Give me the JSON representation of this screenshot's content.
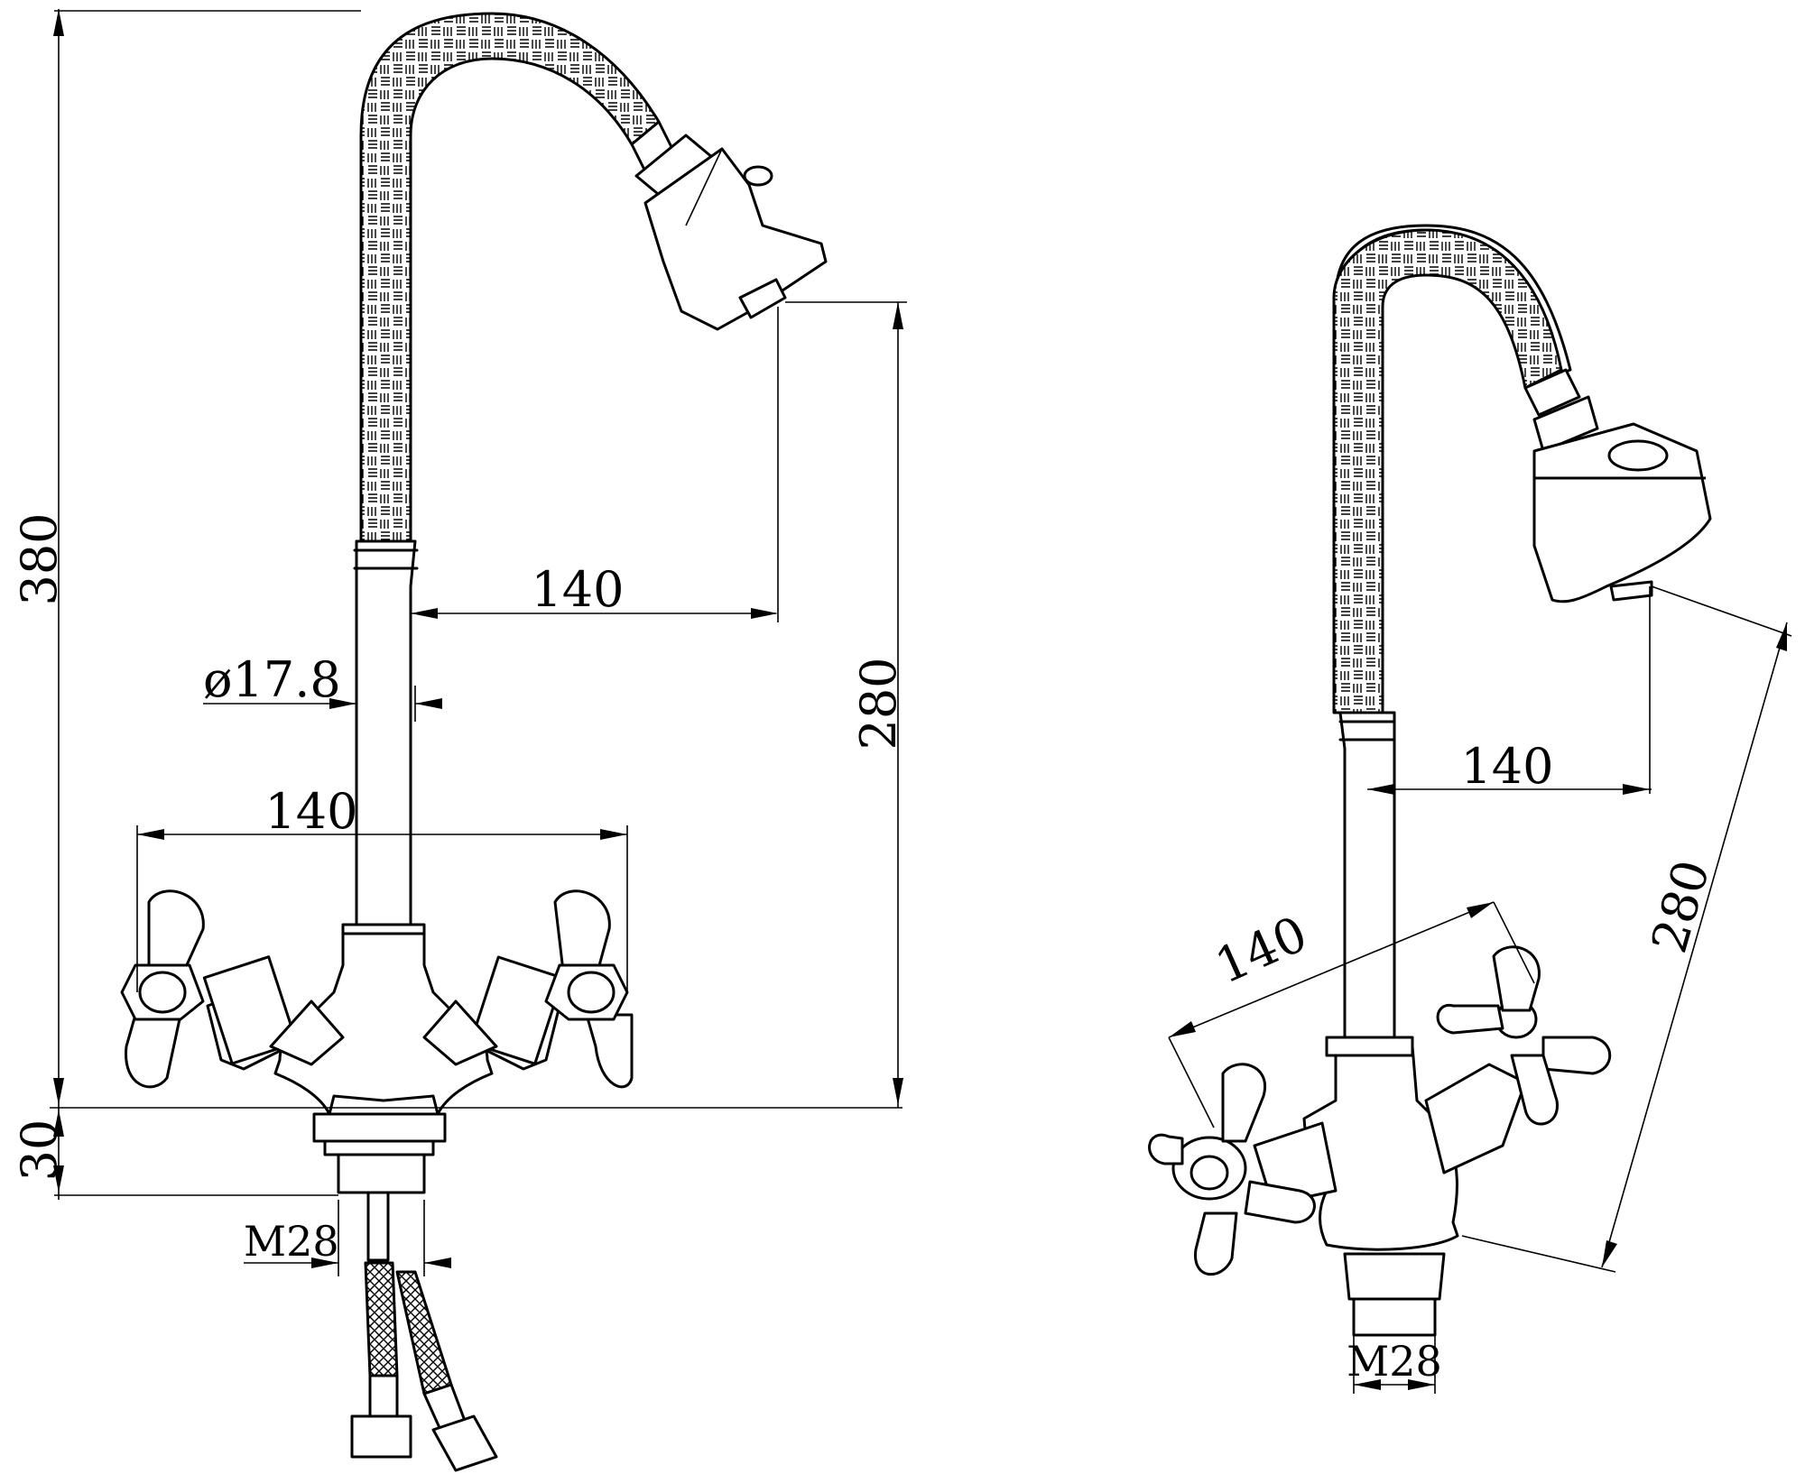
{
  "front_view": {
    "height_total": "380",
    "spout_reach": "140",
    "pipe_diameter": "ø17.8",
    "handle_spread": "140",
    "spout_height": "280",
    "base_height": "30",
    "thread": "M28"
  },
  "perspective_view": {
    "spout_reach": "140",
    "handle_spread": "140",
    "spout_height": "280",
    "thread": "M28"
  }
}
